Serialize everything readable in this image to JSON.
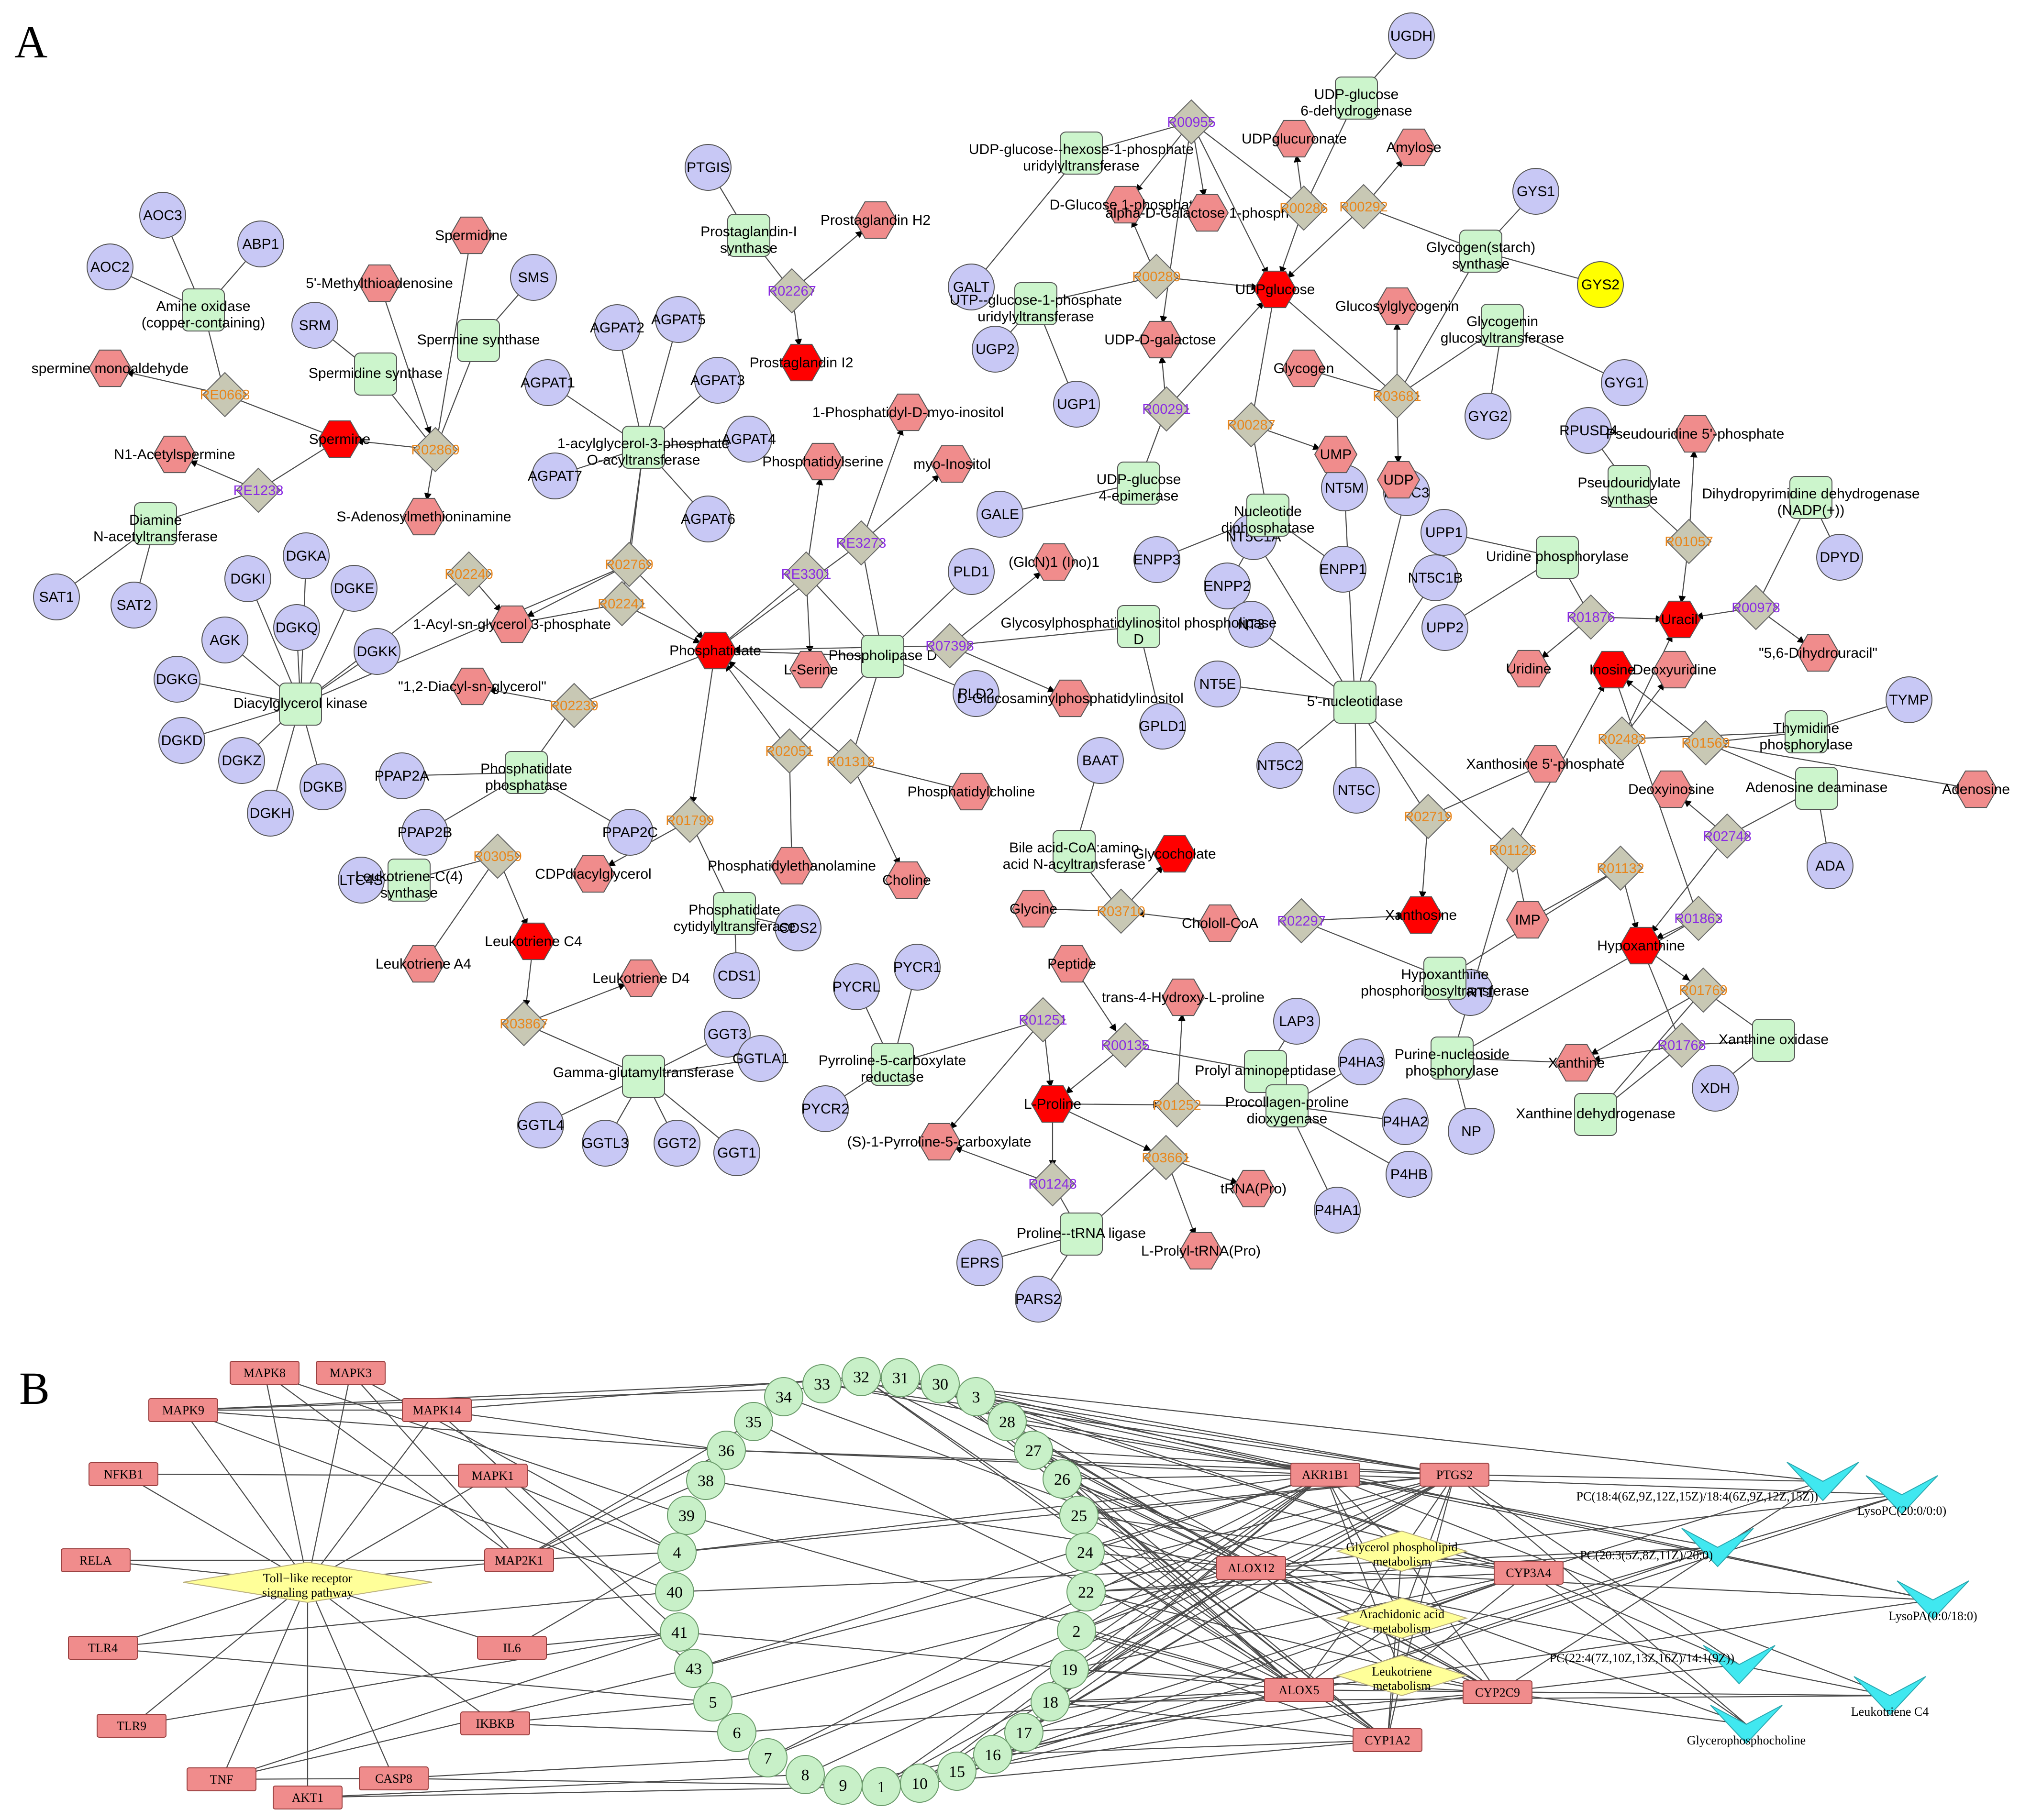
{
  "panels": [
    "A",
    "B"
  ],
  "colors": {
    "gene": "#c8c8f5",
    "enzyme": "#ccf5cc",
    "metabolite": "#f08c8c",
    "metabolite_hit": "#ff0000",
    "reaction": "#c8c8b4",
    "highlight_gene": "#ffff00",
    "target_B": "#f08c8c",
    "compound_B": "#c8f0c8",
    "pathway_B": "#ffff99",
    "lipid_B": "#40e8f0",
    "reaction_orange": "#e8861c",
    "reaction_purple": "#8a2be2"
  },
  "panel_a": {
    "genes": [
      "UGDH",
      "GYS1",
      "GYS2",
      "GYG1",
      "GYG2",
      "PTGIS",
      "GALT",
      "UGP2",
      "UGP1",
      "GALE",
      "AOC3",
      "ABP1",
      "AOC2",
      "SRM",
      "SMS",
      "AGPAT2",
      "AGPAT5",
      "AGPAT1",
      "AGPAT3",
      "AGPAT4",
      "AGPAT7",
      "AGPAT6",
      "SAT1",
      "SAT2",
      "DGKA",
      "DGKI",
      "DGKE",
      "DGKQ",
      "AGK",
      "DGKK",
      "DGKG",
      "DGKD",
      "DGKZ",
      "DGKB",
      "DGKH",
      "PLD1",
      "PLD2",
      "GPLD1",
      "PPAP2A",
      "PPAP2B",
      "PPAP2C",
      "LTC4S",
      "CDS1",
      "CDS2",
      "GGT3",
      "GGTLA1",
      "GGTL4",
      "GGTL3",
      "GGT2",
      "GGT1",
      "PYCRL",
      "PYCR1",
      "PYCR2",
      "BAAT",
      "LAP3",
      "P4HA3",
      "P4HA2",
      "P4HB",
      "P4HA1",
      "EPRS",
      "PARS2",
      "ENPP3",
      "ENPP2",
      "ENPP1",
      "NT5M",
      "NT5C3",
      "NT5C1A",
      "NT5C1B",
      "NT3",
      "NT5E",
      "NT5C2",
      "NT5C",
      "RPUSD4",
      "UPP1",
      "UPP2",
      "DPYD",
      "TYMP",
      "ADA",
      "HPRT1",
      "NP",
      "XDH"
    ],
    "enzymes": [
      "UDP-glucose 6-dehydrogenase",
      "UDP-glucose--hexose-1-phosphate uridylyltransferase",
      "Glycogen(starch) synthase",
      "Prostaglandin-I synthase",
      "UTP--glucose-1-phosphate uridylyltransferase",
      "Glycogenin glucosyltransferase",
      "Amine oxidase (copper-containing)",
      "Spermine synthase",
      "Spermidine synthase",
      "1-acylglycerol-3-phosphate O-acyltransferase",
      "Diamine N-acetyltransferase",
      "UDP-glucose 4-epimerase",
      "Nucleotide diphosphatase",
      "Pseudouridylate synthase",
      "Dihydropyrimidine dehydrogenase (NADP(+))",
      "Uridine phosphorylase",
      "Diacylglycerol kinase",
      "Phospholipase D",
      "Glycosylphosphatidylinositol phospholipase D",
      "5'-nucleotidase",
      "Thymidine phosphorylase",
      "Phosphatidate phosphatase",
      "Adenosine deaminase",
      "Leukotriene-C(4) synthase",
      "Bile acid-CoA:amino acid N-acyltransferase",
      "Phosphatidate cytidylyltransferase",
      "Hypoxanthine phosphoribosyltransferase",
      "Gamma-glutamyltransferase",
      "Pyrroline-5-carboxylate reductase",
      "Prolyl aminopeptidase",
      "Purine-nucleoside phosphorylase",
      "Xanthine oxidase",
      "Procollagen-proline dioxygenase",
      "Xanthine dehydrogenase",
      "Proline--tRNA ligase"
    ],
    "metabolites": [
      "Prostaglandin H2",
      "UDPglucuronate",
      "Amylose",
      "D-Glucose 1-phosphate",
      "alpha-D-Galactose 1-phosphate",
      "Spermidine",
      "5'-Methylthioadenosine",
      "Glucosylglycogenin",
      "UDP-D-galactose",
      "spermine monoaldehyde",
      "Glycogen",
      "N1-Acetylspermine",
      "1-Phosphatidyl-D-myo-inositol",
      "Pseudouridine 5'-phosphate",
      "UMP",
      "UDP",
      "S-Adenosylmethioninamine",
      "Phosphatidylserine",
      "myo-Inositol",
      "1-Acyl-sn-glycerol 3-phosphate",
      "(GlcN)1 (Ino)1",
      "L-Serine",
      "Uridine",
      "Deoxyuridine",
      "\"5,6-Dihydrouracil\"",
      "\"1,2-Diacyl-sn-glycerol\"",
      "D-Glucosaminylphosphatidylinositol",
      "Xanthosine 5'-phosphate",
      "Adenosine",
      "Deoxyinosine",
      "Phosphatidylcholine",
      "CDPdiacylglycerol",
      "Phosphatidylethanolamine",
      "Choline",
      "Chololl-CoA",
      "Glycine",
      "IMP",
      "Leukotriene A4",
      "Leukotriene D4",
      "Peptide",
      "trans-4-Hydroxy-L-proline",
      "Xanthine",
      "(S)-1-Pyrroline-5-carboxylate",
      "tRNA(Pro)",
      "L-Prolyl-tRNA(Pro)"
    ],
    "hit_metabolites": [
      "Prostaglandin I2",
      "UDPglucose",
      "Spermine",
      "Phosphatidate",
      "Uracil",
      "Inosine",
      "Leukotriene C4",
      "Glycocholate",
      "Xanthosine",
      "Hypoxanthine",
      "L-Proline"
    ],
    "reactions": [
      "R00955",
      "R00286",
      "R00292",
      "R02267",
      "R00289",
      "RE0668",
      "R02869",
      "R03681",
      "R00291",
      "RE1238",
      "R00287",
      "RE3273",
      "R01057",
      "R02240",
      "R02769",
      "RE3301",
      "R01876",
      "R00978",
      "R02241",
      "R07398",
      "R02239",
      "R02483",
      "R01569",
      "R02051",
      "R01318",
      "R02719",
      "R01799",
      "R03059",
      "R02748",
      "R01126",
      "R01132",
      "R03710",
      "R02297",
      "R01863",
      "R03867",
      "R01769",
      "R00135",
      "R01251",
      "R01768",
      "R01252",
      "R01248",
      "R03661"
    ]
  },
  "panel_b": {
    "targets": [
      "MAPK8",
      "MAPK3",
      "MAPK9",
      "MAPK14",
      "NFKB1",
      "MAPK1",
      "RELA",
      "MAP2K1",
      "TLR4",
      "IL6",
      "TLR9",
      "IKBKB",
      "TNF",
      "CASP8",
      "AKT1",
      "AKR1B1",
      "PTGS2",
      "ALOX12",
      "CYP3A4",
      "ALOX5",
      "CYP2C9",
      "CYP1A2"
    ],
    "compounds": [
      "33",
      "32",
      "31",
      "30",
      "34",
      "3",
      "35",
      "28",
      "36",
      "27",
      "38",
      "26",
      "39",
      "25",
      "4",
      "24",
      "40",
      "22",
      "41",
      "2",
      "43",
      "19",
      "5",
      "18",
      "6",
      "17",
      "7",
      "16",
      "8",
      "15",
      "9",
      "1",
      "10"
    ],
    "pathways": [
      "Toll−like receptor signaling pathway",
      "Glycerol phospholipid metabolism",
      "Arachidonic acid metabolism",
      "Leukotriene metabolism"
    ],
    "lipids": [
      "PC(18:4(6Z,9Z,12Z,15Z)/18:4(6Z,9Z,12Z,15Z))",
      "LysoPC(20:0/0:0)",
      "PC(20:3(5Z,8Z,11Z)/20:0)",
      "LysoPA(0:0/18:0)",
      "PC(22:4(7Z,10Z,13Z,16Z)/14:1(9Z))",
      "Leukotriene C4",
      "Glycerophosphocholine"
    ]
  }
}
